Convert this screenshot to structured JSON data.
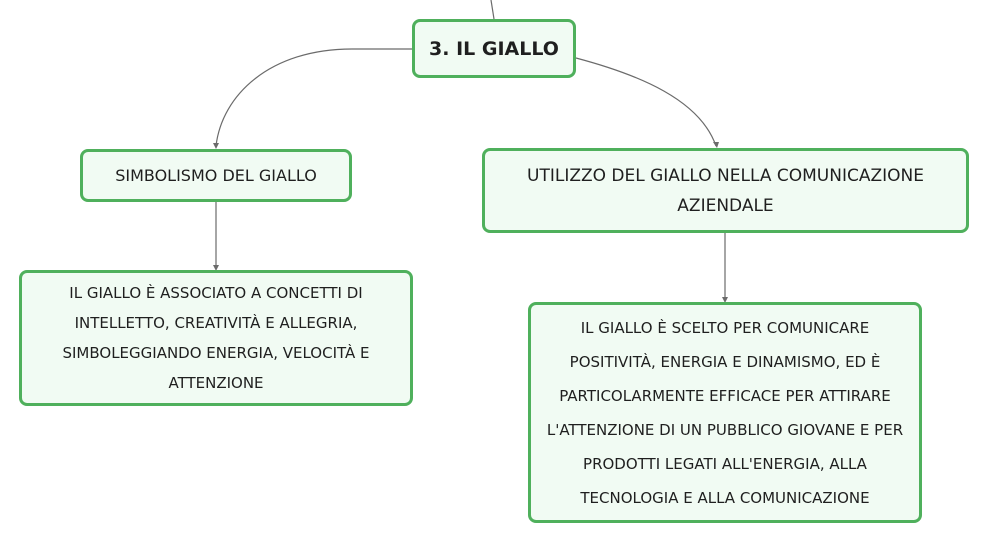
{
  "mindmap": {
    "root": {
      "label": "3. IL GIALLO"
    },
    "left_branch": {
      "label": "SIMBOLISMO DEL GIALLO",
      "child": "IL GIALLO È ASSOCIATO A CONCETTI DI INTELLETTO, CREATIVITÀ E ALLEGRIA, SIMBOLEGGIANDO ENERGIA, VELOCITÀ E ATTENZIONE"
    },
    "right_branch": {
      "label": "UTILIZZO DEL GIALLO NELLA COMUNICAZIONE AZIENDALE",
      "child": "IL GIALLO È SCELTO PER COMUNICARE POSITIVITÀ, ENERGIA E DINAMISMO, ED È PARTICOLARMENTE EFFICACE PER ATTIRARE L'ATTENZIONE DI UN PUBBLICO GIOVANE E PER PRODOTTI LEGATI ALL'ENERGIA, ALLA TECNOLOGIA E ALLA COMUNICAZIONE"
    }
  },
  "colors": {
    "node_border": "#4fb05c",
    "node_fill": "#f1fbf3",
    "connector": "#6b6b6b",
    "text": "#1f1f1f"
  }
}
